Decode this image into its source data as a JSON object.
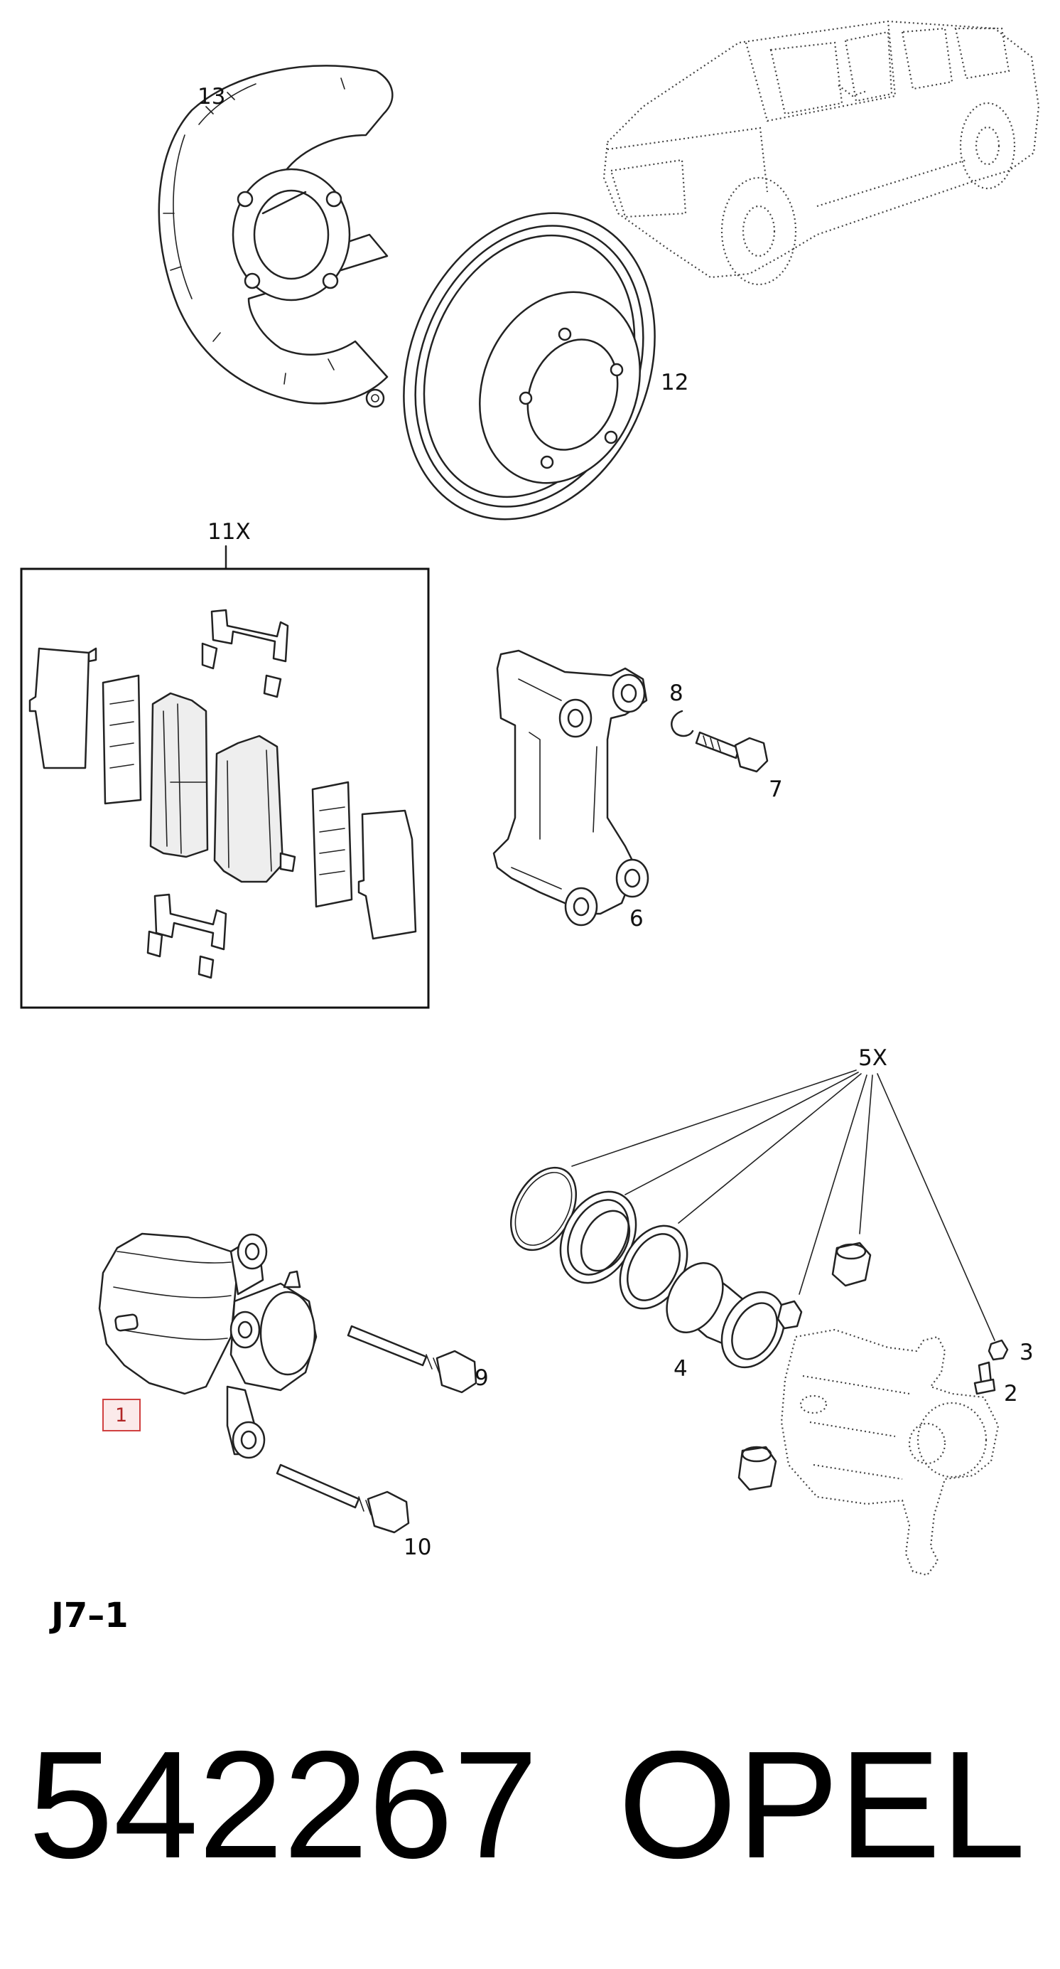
{
  "callouts": {
    "backing_plate": "13",
    "brake_disc": "12",
    "pad_kit": "11X",
    "caliper_bracket": "6",
    "bracket_bolt": "7",
    "bracket_clip": "8",
    "seal_kit": "5X",
    "piston": "4",
    "bleeder_cap": "3",
    "bleeder_screw": "2",
    "caliper_reference": "1",
    "guide_pin_upper": "9",
    "guide_pin_lower": "10"
  },
  "diagram_code": "J7–1",
  "part_number": "542267",
  "brand": "OPEL",
  "colors": {
    "line": "#222222",
    "reference_box": "#d04040",
    "background": "#ffffff"
  }
}
